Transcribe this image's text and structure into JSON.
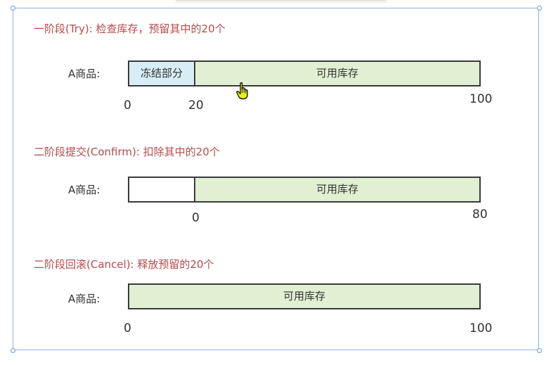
{
  "sections": [
    {
      "title": "一阶段(Try): 检查库存，预留其中的20个",
      "row_label": "A商品:",
      "segments": {
        "frozen": "冻结部分",
        "available": "可用库存"
      },
      "ticks": [
        "0",
        "20",
        "100"
      ]
    },
    {
      "title": "二阶段提交(Confirm): 扣除其中的20个",
      "row_label": "A商品:",
      "segments": {
        "available": "可用库存"
      },
      "ticks": [
        "0",
        "80"
      ]
    },
    {
      "title": "二阶段回滚(Cancel): 释放预留的20个",
      "row_label": "A商品:",
      "segments": {
        "available": "可用库存"
      },
      "ticks": [
        "0",
        "100"
      ]
    }
  ],
  "colors": {
    "title": "#b54a4a",
    "frozen_fill": "#d8eef6",
    "available_fill": "#e1f0d3",
    "border": "#3a3a3a",
    "selection_frame": "#8fb1e6"
  },
  "icons": {
    "cursor": "hand-pointer-icon"
  }
}
